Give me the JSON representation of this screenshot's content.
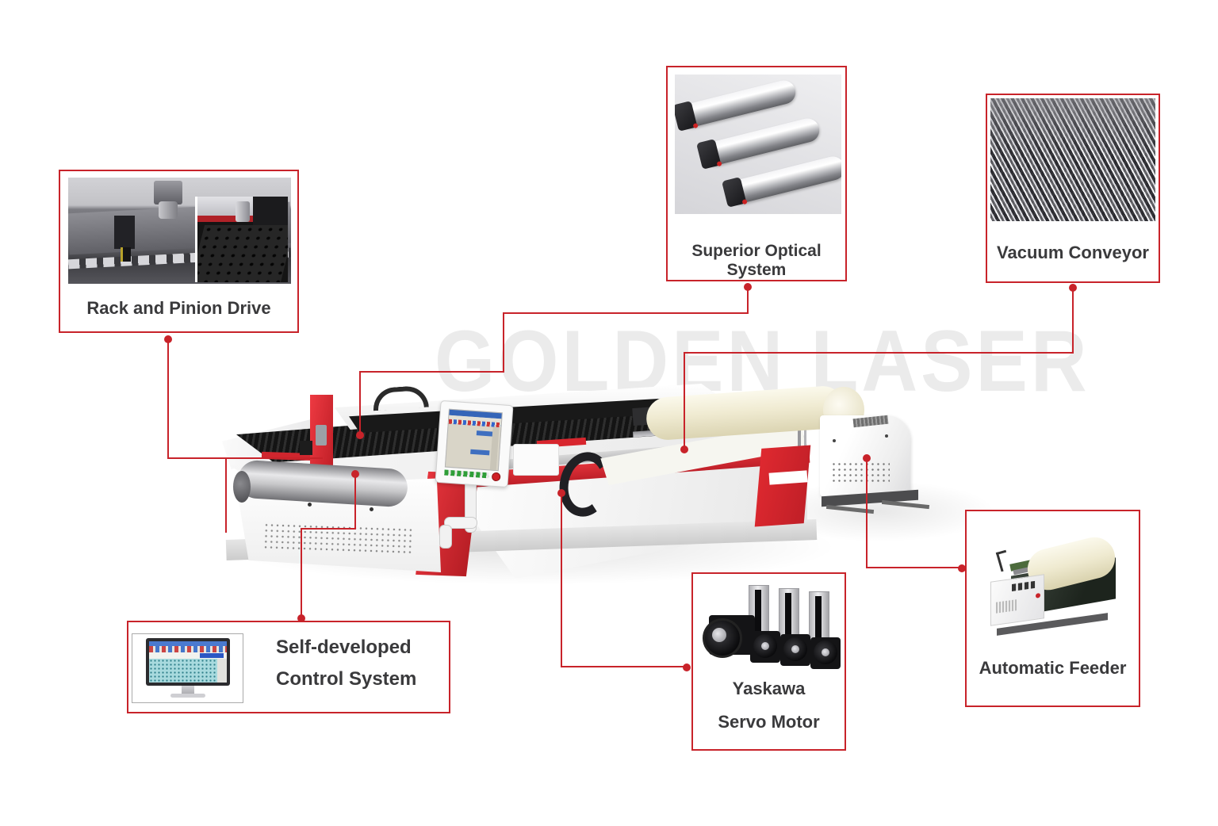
{
  "watermark": "GOLDEN LASER",
  "colors": {
    "accent_red": "#c8232a",
    "machine_red": "#d8262e",
    "label_text": "#3a3a3c",
    "watermark_gray": "#ebebeb"
  },
  "callouts": {
    "rack": {
      "label": "Rack and Pinion Drive"
    },
    "optical": {
      "label": "Superior Optical System"
    },
    "vacuum": {
      "label": "Vacuum Conveyor"
    },
    "control": {
      "line1": "Self-developed",
      "line2": "Control System"
    },
    "servo": {
      "line1": "Yaskawa",
      "line2": "Servo Motor"
    },
    "feeder": {
      "label": "Automatic Feeder"
    }
  }
}
